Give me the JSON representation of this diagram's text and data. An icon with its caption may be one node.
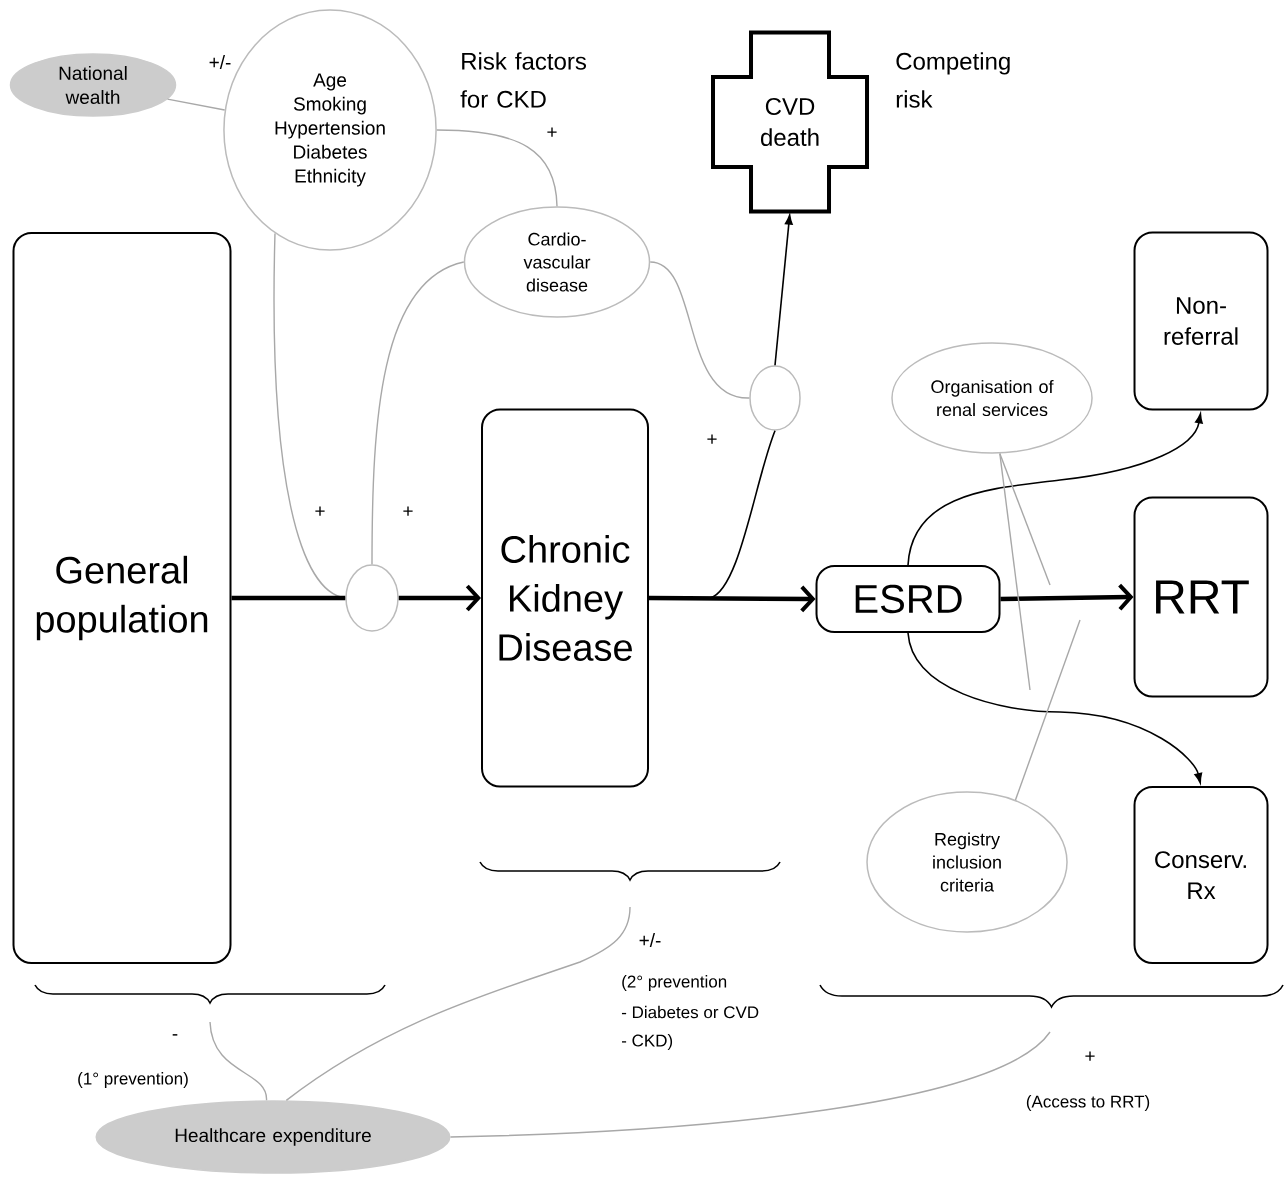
{
  "diagram": {
    "nodes": [
      {
        "text": [
          "National wealth"
        ]
      },
      {
        "text": [
          "Age",
          "Smoking",
          "Hypertension",
          "Diabetes",
          "Ethnicity"
        ],
        "beside": [
          "Risk factors for CKD"
        ]
      },
      {
        "text": [
          "Cardio- vascular disease"
        ]
      },
      {
        "text": [
          "CVD death"
        ],
        "beside": [
          "Competing risk"
        ]
      },
      {
        "text": [
          "General population"
        ]
      },
      {
        "text": [],
        "shape": "circle"
      },
      {
        "text": [
          "Chronic Kidney Disease"
        ]
      },
      {
        "text": [],
        "shape": "circle"
      },
      {
        "text": [
          "ESRD"
        ]
      },
      {
        "text": [
          "Non- referral"
        ]
      },
      {
        "text": [
          "Organisation of renal services"
        ]
      },
      {
        "text": [
          "RRT"
        ]
      },
      {
        "text": [
          "Registry inclusion criteria"
        ]
      },
      {
        "text": [
          "Conserv. Rx"
        ]
      },
      {
        "text": [
          "Healthcare expenditure"
        ]
      }
    ],
    "edges": [
      {
        "from": 0,
        "to": 1,
        "arrow": "none",
        "label": "+/-"
      },
      {
        "from": 1,
        "to": 2,
        "arrow": "none",
        "label": "+"
      },
      {
        "from": 1,
        "to": 5,
        "arrow": "none",
        "label": "+"
      },
      {
        "from": 2,
        "to": 5,
        "arrow": "none",
        "label": "+"
      },
      {
        "from": 2,
        "to": 7,
        "arrow": "none"
      },
      {
        "from": 4,
        "to": 5,
        "arrow": "none",
        "style": "thick",
        "color": "#000000"
      },
      {
        "from": 5,
        "to": 6,
        "arrow": "to",
        "style": "thick",
        "color": "#000000"
      },
      {
        "from": 6,
        "to": 8,
        "arrow": "to",
        "style": "thick",
        "color": "#000000"
      },
      {
        "from": 6,
        "to": 7,
        "arrow": "none",
        "label": "+",
        "color": "#000000"
      },
      {
        "from": 7,
        "to": 3,
        "arrow": "to",
        "color": "#000000"
      },
      {
        "from": 8,
        "to": 11,
        "arrow": "to",
        "style": "thick",
        "color": "#000000"
      },
      {
        "from": 8,
        "to": 9,
        "arrow": "to",
        "color": "#000000"
      },
      {
        "from": 8,
        "to": 13,
        "arrow": "to",
        "color": "#000000"
      },
      {
        "from": 10,
        "to": null,
        "arrow": "none"
      },
      {
        "from": 10,
        "to": null,
        "arrow": "none"
      },
      {
        "from": 12,
        "to": null,
        "arrow": "none"
      },
      {
        "from": 14,
        "to": null,
        "arrow": "none",
        "label": "-"
      },
      {
        "from": 14,
        "to": null,
        "arrow": "none",
        "label": "+/-"
      },
      {
        "from": 14,
        "to": null,
        "arrow": "none",
        "label": "+"
      }
    ],
    "labels": [
      "(1° prevention)",
      "(2° prevention",
      "- Diabetes or CVD",
      "- CKD)",
      "(Access to RRT)"
    ]
  }
}
